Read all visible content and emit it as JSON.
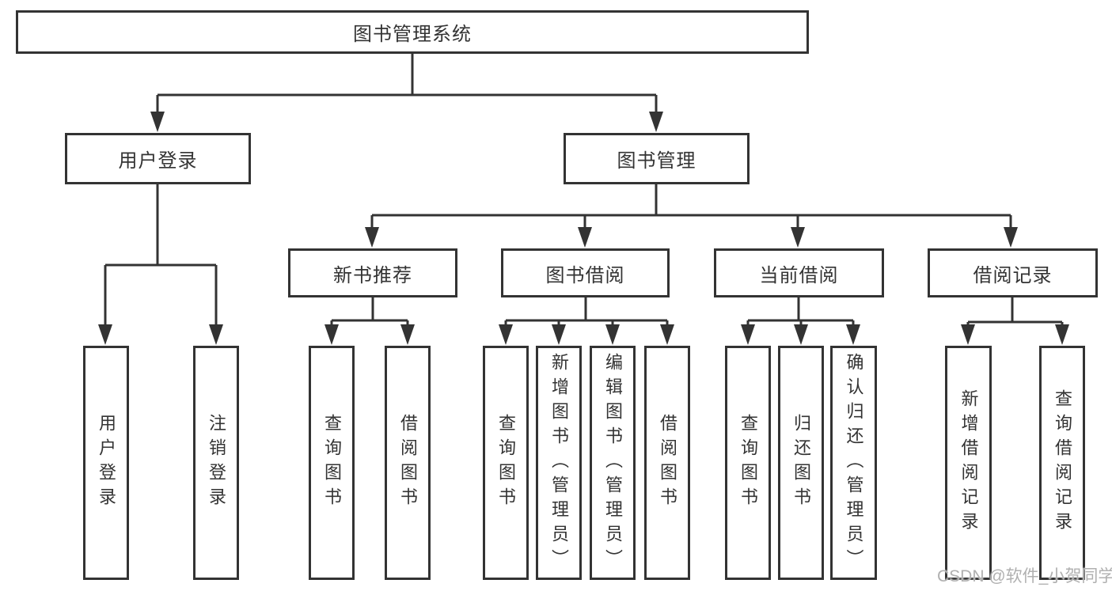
{
  "tree": {
    "root": {
      "label": "图书管理系统"
    },
    "children": [
      {
        "label": "用户登录",
        "children": [
          {
            "label": "用户登录"
          },
          {
            "label": "注销登录"
          }
        ]
      },
      {
        "label": "图书管理",
        "children": [
          {
            "label": "新书推荐",
            "children": [
              {
                "label": "查询图书"
              },
              {
                "label": "借阅图书"
              }
            ]
          },
          {
            "label": "图书借阅",
            "children": [
              {
                "label": "查询图书"
              },
              {
                "label": "新增图书（管理员）"
              },
              {
                "label": "编辑图书（管理员）"
              },
              {
                "label": "借阅图书"
              }
            ]
          },
          {
            "label": "当前借阅",
            "children": [
              {
                "label": "查询图书"
              },
              {
                "label": "归还图书"
              },
              {
                "label": "确认归还（管理员）"
              }
            ]
          },
          {
            "label": "借阅记录",
            "children": [
              {
                "label": "新增借阅记录"
              },
              {
                "label": "查询借阅记录"
              }
            ]
          }
        ]
      }
    ]
  },
  "watermark": {
    "text": "CSDN @软件_小贺同学"
  },
  "colors": {
    "line": "#333333",
    "text": "#333333",
    "background": "#ffffff",
    "watermark": "#b0b0b0"
  }
}
